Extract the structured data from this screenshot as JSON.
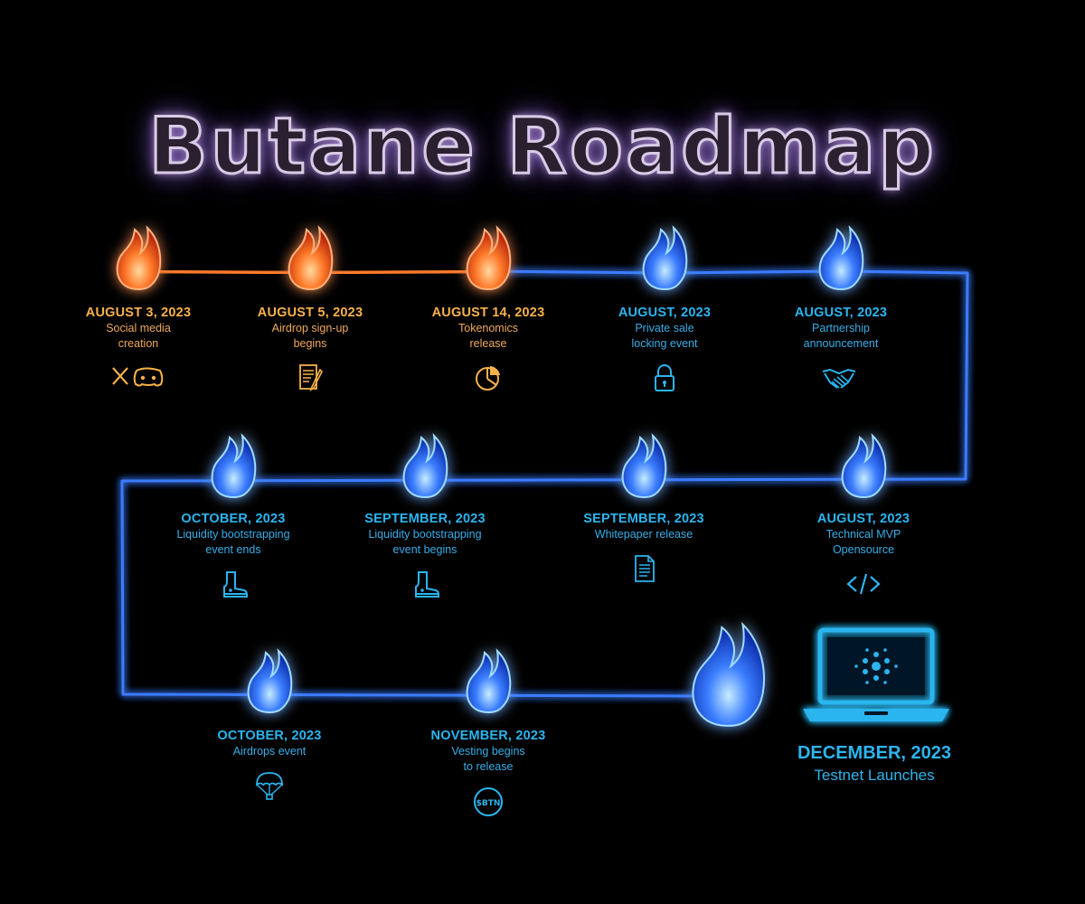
{
  "title": "Butane Roadmap",
  "colors": {
    "done_flame": "#ff6a2a",
    "upcoming_flame": "#2f7dff",
    "done_text": "#f7b24a",
    "upcoming_text": "#2bb5ef",
    "background": "#000000"
  },
  "milestones": [
    {
      "date": "AUGUST 3, 2023",
      "desc": [
        "Social media",
        "creation"
      ],
      "icon": "x-discord-icon",
      "status": "done"
    },
    {
      "date": "AUGUST 5, 2023",
      "desc": [
        "Airdrop sign-up",
        "begins"
      ],
      "icon": "document-pen-icon",
      "status": "done"
    },
    {
      "date": "AUGUST 14, 2023",
      "desc": [
        "Tokenomics",
        "release"
      ],
      "icon": "pie-chart-icon",
      "status": "done"
    },
    {
      "date": "AUGUST, 2023",
      "desc": [
        "Private sale",
        "locking event"
      ],
      "icon": "padlock-icon",
      "status": "upcoming"
    },
    {
      "date": "AUGUST, 2023",
      "desc": [
        "Partnership",
        "announcement"
      ],
      "icon": "handshake-icon",
      "status": "upcoming"
    },
    {
      "date": "OCTOBER, 2023",
      "desc": [
        "Liquidity bootstrapping",
        "event ends"
      ],
      "icon": "boot-icon",
      "status": "upcoming"
    },
    {
      "date": "SEPTEMBER, 2023",
      "desc": [
        "Liquidity bootstrapping",
        "event begins"
      ],
      "icon": "boot-icon",
      "status": "upcoming"
    },
    {
      "date": "SEPTEMBER, 2023",
      "desc": [
        "Whitepaper release"
      ],
      "icon": "document-icon",
      "status": "upcoming"
    },
    {
      "date": "AUGUST, 2023",
      "desc": [
        "Technical MVP",
        "Opensource"
      ],
      "icon": "code-icon",
      "status": "upcoming"
    },
    {
      "date": "OCTOBER, 2023",
      "desc": [
        "Airdrops event"
      ],
      "icon": "parachute-icon",
      "status": "upcoming"
    },
    {
      "date": "NOVEMBER, 2023",
      "desc": [
        "Vesting begins",
        "to release"
      ],
      "icon": "btn-token-icon",
      "status": "upcoming"
    }
  ],
  "final": {
    "date": "DECEMBER, 2023",
    "desc": "Testnet Launches",
    "icon": "laptop-cardano-icon"
  },
  "token_label": "$BTN"
}
